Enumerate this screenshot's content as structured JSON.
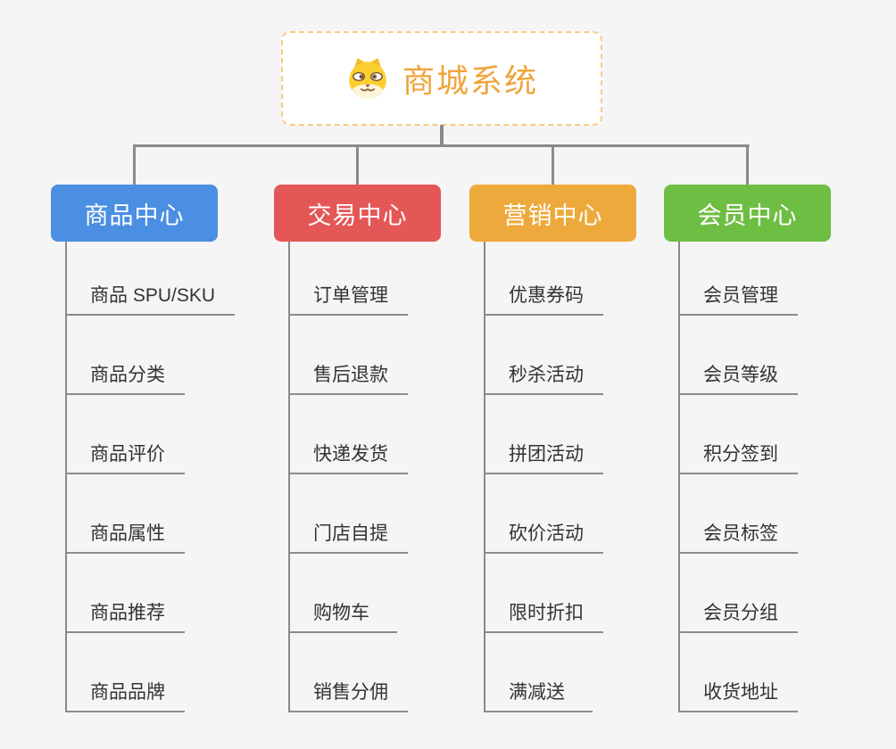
{
  "canvas": {
    "background": "#F5F5F5"
  },
  "root": {
    "title": "商城系统",
    "icon": "dog-face-icon",
    "text_color": "#F0A43C",
    "border_color": "#F6CC80",
    "background": "#FFFFFF"
  },
  "connector_color": "#8A8A8A",
  "leaf_text_color": "#333333",
  "branches": [
    {
      "label": "商品中心",
      "color": "#4B8FE2",
      "children": [
        "商品 SPU/SKU",
        "商品分类",
        "商品评价",
        "商品属性",
        "商品推荐",
        "商品品牌"
      ]
    },
    {
      "label": "交易中心",
      "color": "#E45757",
      "children": [
        "订单管理",
        "售后退款",
        "快递发货",
        "门店自提",
        "购物车",
        "销售分佣"
      ]
    },
    {
      "label": "营销中心",
      "color": "#EDA93B",
      "children": [
        "优惠券码",
        "秒杀活动",
        "拼团活动",
        "砍价活动",
        "限时折扣",
        "满减送"
      ]
    },
    {
      "label": "会员中心",
      "color": "#6FBE44",
      "children": [
        "会员管理",
        "会员等级",
        "积分签到",
        "会员标签",
        "会员分组",
        "收货地址"
      ]
    }
  ]
}
